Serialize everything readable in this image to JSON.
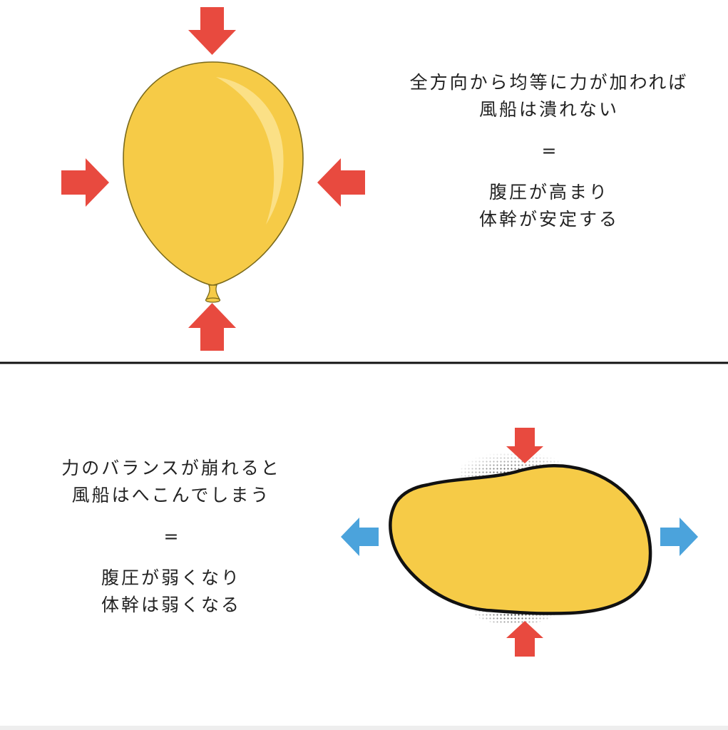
{
  "top_panel": {
    "lines": [
      "全方向から均等に力が加われば",
      "風船は潰れない"
    ],
    "equals": "=",
    "result_lines": [
      "腹圧が高まり",
      "体幹が安定する"
    ]
  },
  "bottom_panel": {
    "lines": [
      "力のバランスが崩れると",
      "風船はへこんでしまう"
    ],
    "equals": "=",
    "result_lines": [
      "腹圧が弱くなり",
      "体幹は弱くなる"
    ]
  },
  "colors": {
    "balloon_fill": "#f6cb47",
    "balloon_outline_top": "#7a6a1c",
    "balloon_outline_bottom": "#111111",
    "highlight": "#fbe08a",
    "pressure_arrow": "#e84a3f",
    "expand_arrow": "#4ba3dc",
    "divider": "#111111"
  },
  "icons": {
    "pressure_arrow": "red-arrow-icon",
    "expand_arrow": "blue-arrow-icon",
    "balloon": "balloon-icon"
  }
}
